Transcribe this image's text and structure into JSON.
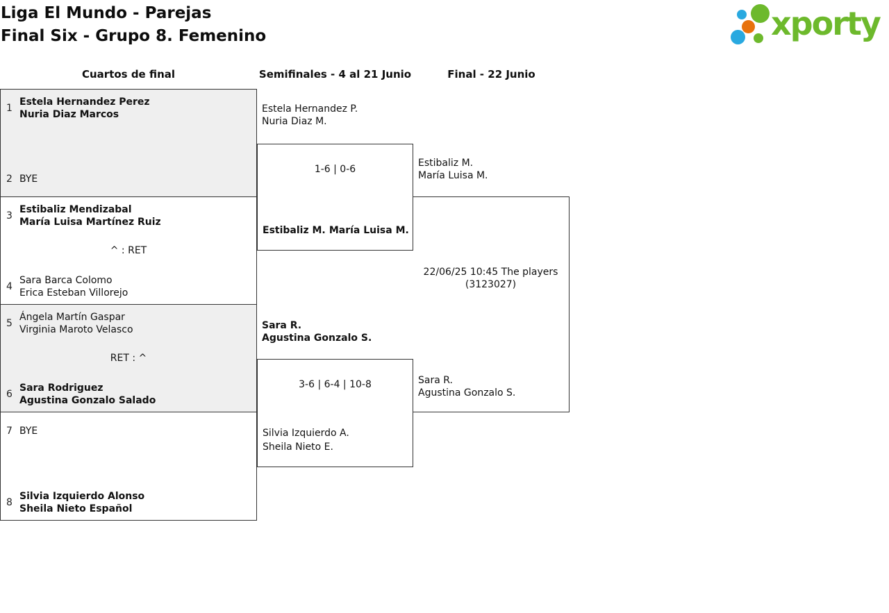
{
  "title": {
    "line1": "Liga El Mundo - Parejas",
    "line2": "Final Six - Grupo 8. Femenino"
  },
  "logo": {
    "brand": "xporty"
  },
  "colors": {
    "logo_green": "#6db92c",
    "logo_blue": "#29a9e0",
    "logo_orange": "#e8720c",
    "box_gray": "#efefef",
    "border": "#333333"
  },
  "columns": [
    {
      "label": "Cuartos de final"
    },
    {
      "label": "Semifinales - 4 al 21 Junio"
    },
    {
      "label": "Final - 22 Junio"
    }
  ],
  "quarterfinals": [
    {
      "teamA": {
        "seed": "1",
        "players": [
          "Estela Hernandez Perez",
          "Nuria Diaz Marcos"
        ],
        "winner": true
      },
      "teamB": {
        "seed": "2",
        "players": [
          "BYE"
        ],
        "winner": false
      },
      "score": ""
    },
    {
      "teamA": {
        "seed": "3",
        "players": [
          "Estibaliz Mendizabal",
          "María Luisa Martínez Ruiz"
        ],
        "winner": true
      },
      "teamB": {
        "seed": "4",
        "players": [
          "Sara Barca Colomo",
          "Erica Esteban Villorejo"
        ],
        "winner": false
      },
      "score": "^ : RET"
    },
    {
      "teamA": {
        "seed": "5",
        "players": [
          "Ángela Martín Gaspar",
          "Virginia Maroto Velasco"
        ],
        "winner": false
      },
      "teamB": {
        "seed": "6",
        "players": [
          "Sara Rodriguez",
          "Agustina Gonzalo Salado"
        ],
        "winner": true
      },
      "score": "RET : ^"
    },
    {
      "teamA": {
        "seed": "7",
        "players": [
          "BYE"
        ],
        "winner": false
      },
      "teamB": {
        "seed": "8",
        "players": [
          "Silvia Izquierdo Alonso",
          "Sheila Nieto Español"
        ],
        "winner": true
      },
      "score": ""
    }
  ],
  "semifinals": [
    {
      "teamA": {
        "players": [
          "Estela Hernandez P.",
          "Nuria Diaz M."
        ],
        "winner": false
      },
      "score": "1-6 | 0-6",
      "teamB": {
        "players": [
          "Estibaliz M.",
          "María Luisa M."
        ],
        "winner": true
      }
    },
    {
      "teamA": {
        "players": [
          "Sara R.",
          "Agustina Gonzalo S."
        ],
        "winner": true
      },
      "score": "3-6 | 6-4 | 10-8",
      "teamB": {
        "players": [
          "Silvia Izquierdo A.",
          "Sheila Nieto E."
        ],
        "winner": false
      }
    }
  ],
  "final": {
    "teamA": {
      "players": [
        "Estibaliz M.",
        "María Luisa M."
      ]
    },
    "teamB": {
      "players": [
        "Sara R.",
        "Agustina Gonzalo S."
      ]
    },
    "schedule": {
      "line1": "22/06/25 10:45 The players",
      "line2": "(3123027)"
    }
  }
}
